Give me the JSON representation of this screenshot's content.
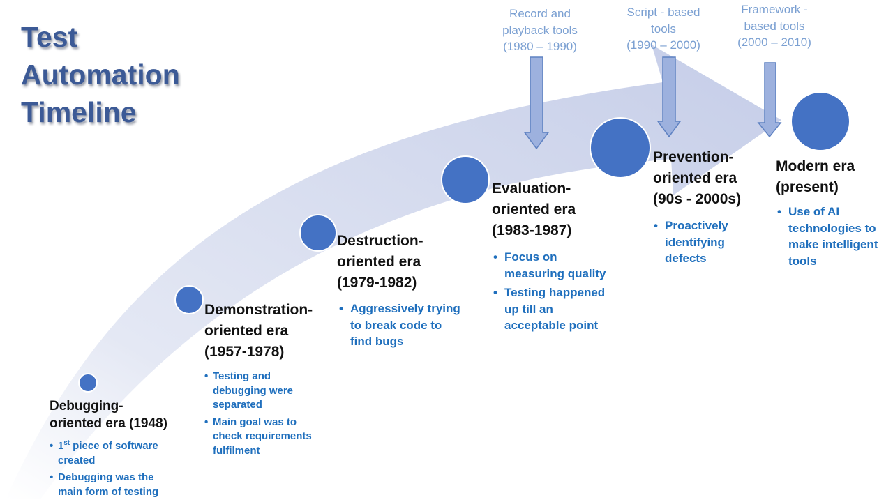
{
  "title": [
    "Test",
    "Automation",
    "Timeline"
  ],
  "colors": {
    "title": "#3c5a96",
    "circle_fill": "#4472c4",
    "band": "#ccd3ea",
    "tool_arrow": "#9db1de",
    "tool_text": "#7ba0d2",
    "bullet_text": "#1f6fbd"
  },
  "eras": [
    {
      "title_lines": [
        "Debugging-",
        "oriented era (1948)"
      ],
      "bullets": [
        {
          "lines": [
            "1st piece of software",
            "created"
          ]
        },
        {
          "lines": [
            "Debugging was the",
            "main form of testing"
          ]
        }
      ]
    },
    {
      "title_lines": [
        "Demonstration-",
        "oriented era",
        "(1957-1978)"
      ],
      "bullets": [
        {
          "lines": [
            "Testing and",
            "debugging were",
            "separated"
          ]
        },
        {
          "lines": [
            "Main goal was to",
            "check requirements",
            "fulfilment"
          ]
        }
      ]
    },
    {
      "title_lines": [
        "Destruction-",
        "oriented era",
        "(1979-1982)"
      ],
      "bullets": [
        {
          "lines": [
            "Aggressively trying",
            "to break code to",
            "find bugs"
          ]
        }
      ]
    },
    {
      "title_lines": [
        "Evaluation-",
        "oriented era",
        "(1983-1987)"
      ],
      "bullets": [
        {
          "lines": [
            "Focus on",
            "measuring quality"
          ]
        },
        {
          "lines": [
            "Testing happened",
            "up till an",
            "acceptable point"
          ]
        }
      ]
    },
    {
      "title_lines": [
        "Prevention-",
        "oriented era",
        "(90s - 2000s)"
      ],
      "bullets": [
        {
          "lines": [
            "Proactively",
            "identifying",
            "defects"
          ]
        }
      ]
    },
    {
      "title_lines": [
        "Modern era",
        "(present)"
      ],
      "bullets": [
        {
          "lines": [
            "Use of AI",
            "technologies to",
            "make intelligent",
            "tools"
          ]
        }
      ]
    }
  ],
  "tools": [
    {
      "lines": [
        "Record and",
        "playback tools",
        "(1980 – 1990)"
      ]
    },
    {
      "lines": [
        "Script - based",
        "tools",
        "(1990 – 2000)"
      ]
    },
    {
      "lines": [
        "Framework -",
        "based tools",
        "(2000 – 2010)"
      ]
    }
  ]
}
